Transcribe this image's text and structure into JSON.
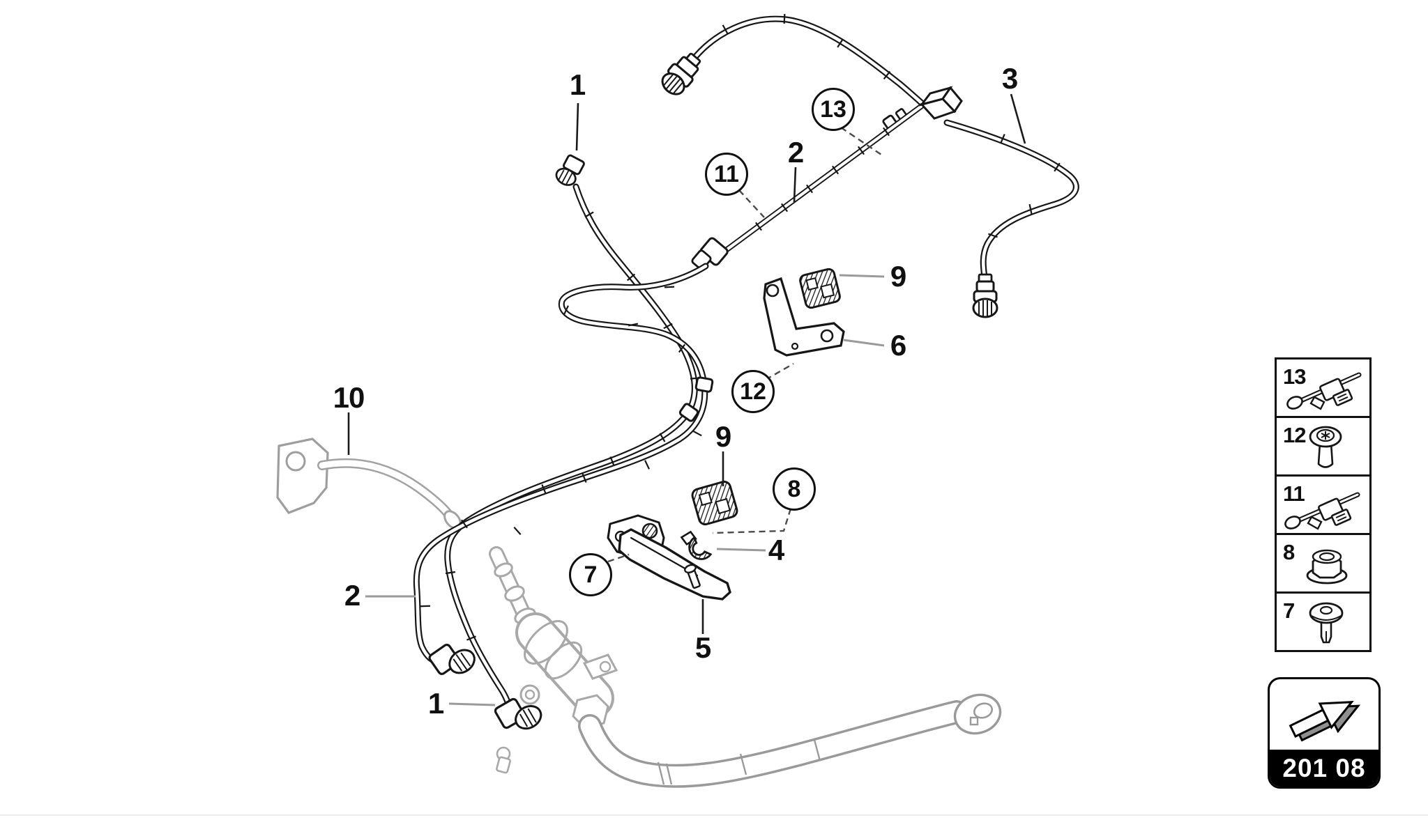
{
  "colors": {
    "line": "#1a1a1a",
    "gray_part": "#a8a8a8",
    "leader_gray": "#9a9a9a",
    "dashed_leader": "#4a4a4a",
    "band_bg": "#000000",
    "band_text": "#ffffff",
    "paper": "#ffffff"
  },
  "diagram": {
    "callouts": [
      {
        "id": "callout-1-top",
        "label": "1",
        "shape": "plain"
      },
      {
        "id": "callout-13",
        "label": "13",
        "shape": "circle"
      },
      {
        "id": "callout-2-top",
        "label": "2",
        "shape": "plain"
      },
      {
        "id": "callout-11",
        "label": "11",
        "shape": "circle"
      },
      {
        "id": "callout-3",
        "label": "3",
        "shape": "plain"
      },
      {
        "id": "callout-9-upper",
        "label": "9",
        "shape": "plain"
      },
      {
        "id": "callout-6",
        "label": "6",
        "shape": "plain"
      },
      {
        "id": "callout-12",
        "label": "12",
        "shape": "circle"
      },
      {
        "id": "callout-10",
        "label": "10",
        "shape": "plain"
      },
      {
        "id": "callout-9-lower",
        "label": "9",
        "shape": "plain"
      },
      {
        "id": "callout-8",
        "label": "8",
        "shape": "circle"
      },
      {
        "id": "callout-4",
        "label": "4",
        "shape": "plain"
      },
      {
        "id": "callout-7",
        "label": "7",
        "shape": "circle"
      },
      {
        "id": "callout-5",
        "label": "5",
        "shape": "plain"
      },
      {
        "id": "callout-2-left",
        "label": "2",
        "shape": "plain"
      },
      {
        "id": "callout-1-lower",
        "label": "1",
        "shape": "plain"
      }
    ]
  },
  "legend": {
    "items": [
      {
        "number": "13",
        "icon": "cable-tie-clip-icon"
      },
      {
        "number": "12",
        "icon": "torx-head-screw-icon"
      },
      {
        "number": "11",
        "icon": "cable-tie-clip-icon"
      },
      {
        "number": "8",
        "icon": "flange-nut-icon"
      },
      {
        "number": "7",
        "icon": "body-screw-icon"
      }
    ]
  },
  "page_code": {
    "text": "201 08",
    "icon": "forward-arrow-icon"
  }
}
